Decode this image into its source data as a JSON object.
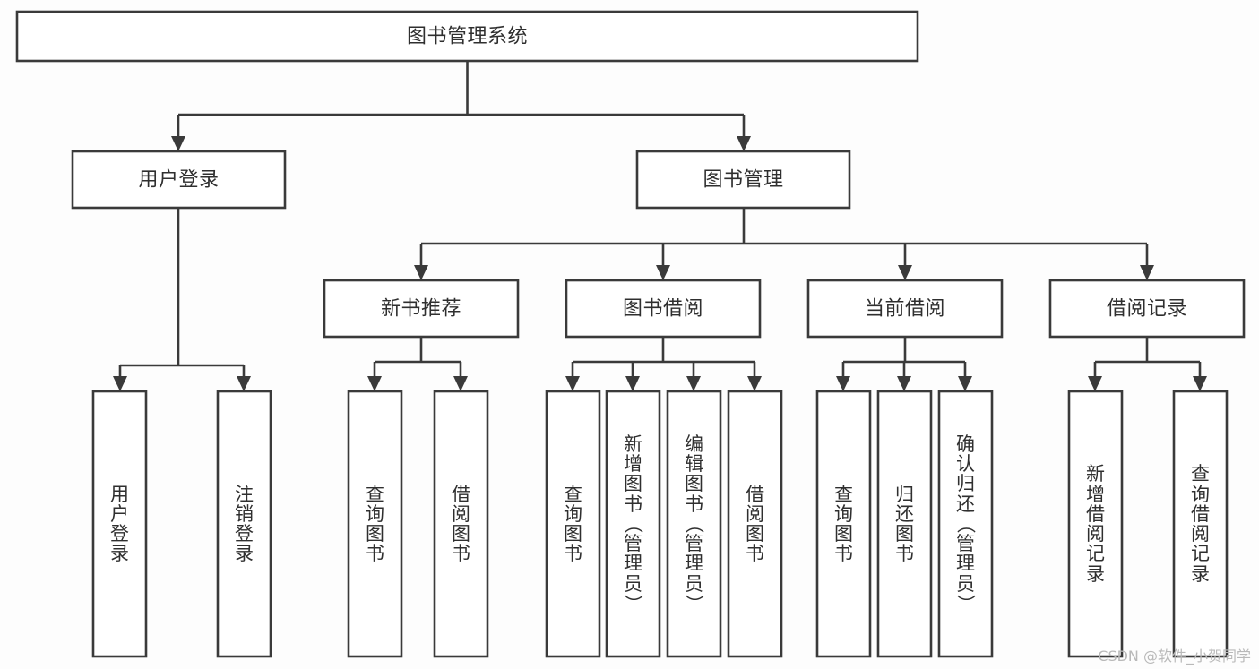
{
  "diagram": {
    "title": "图书管理系统",
    "type": "tree",
    "root": {
      "id": "root",
      "label": "图书管理系统"
    },
    "level2": [
      {
        "id": "user-login",
        "label": "用户登录"
      },
      {
        "id": "book-manage",
        "label": "图书管理"
      }
    ],
    "level3": [
      {
        "id": "new-book-recommend",
        "label": "新书推荐",
        "parent": "book-manage"
      },
      {
        "id": "book-borrow",
        "label": "图书借阅",
        "parent": "book-manage"
      },
      {
        "id": "current-borrow",
        "label": "当前借阅",
        "parent": "book-manage"
      },
      {
        "id": "borrow-record",
        "label": "借阅记录",
        "parent": "book-manage"
      }
    ],
    "leaves": [
      {
        "id": "leaf-user-login",
        "parent": "user-login",
        "label": "用户登录",
        "chars": [
          "用",
          "户",
          "登",
          "录"
        ]
      },
      {
        "id": "leaf-user-logout",
        "parent": "user-login",
        "label": "注销登录",
        "chars": [
          "注",
          "销",
          "登",
          "录"
        ]
      },
      {
        "id": "leaf-query-book-1",
        "parent": "new-book-recommend",
        "label": "查询图书",
        "chars": [
          "查",
          "询",
          "图",
          "书"
        ]
      },
      {
        "id": "leaf-borrow-book-1",
        "parent": "new-book-recommend",
        "label": "借阅图书",
        "chars": [
          "借",
          "阅",
          "图",
          "书"
        ]
      },
      {
        "id": "leaf-query-book-2",
        "parent": "book-borrow",
        "label": "查询图书",
        "chars": [
          "查",
          "询",
          "图",
          "书"
        ]
      },
      {
        "id": "leaf-add-book",
        "parent": "book-borrow",
        "label": "新增图书（管理员）",
        "chars": [
          "新",
          "增",
          "图",
          "书",
          "（",
          "管",
          "理",
          "员",
          "）"
        ]
      },
      {
        "id": "leaf-edit-book",
        "parent": "book-borrow",
        "label": "编辑图书（管理员）",
        "chars": [
          "编",
          "辑",
          "图",
          "书",
          "（",
          "管",
          "理",
          "员",
          "）"
        ]
      },
      {
        "id": "leaf-borrow-book-2",
        "parent": "book-borrow",
        "label": "借阅图书",
        "chars": [
          "借",
          "阅",
          "图",
          "书"
        ]
      },
      {
        "id": "leaf-query-book-3",
        "parent": "current-borrow",
        "label": "查询图书",
        "chars": [
          "查",
          "询",
          "图",
          "书"
        ]
      },
      {
        "id": "leaf-return-book",
        "parent": "current-borrow",
        "label": "归还图书",
        "chars": [
          "归",
          "还",
          "图",
          "书"
        ]
      },
      {
        "id": "leaf-confirm-return",
        "parent": "current-borrow",
        "label": "确认归还（管理员）",
        "chars": [
          "确",
          "认",
          "归",
          "还",
          "（",
          "管",
          "理",
          "员",
          "）"
        ]
      },
      {
        "id": "leaf-add-borrow-record",
        "parent": "borrow-record",
        "label": "新增借阅记录",
        "chars": [
          "新",
          "增",
          "借",
          "阅",
          "记",
          "录"
        ]
      },
      {
        "id": "leaf-query-borrow-record",
        "parent": "borrow-record",
        "label": "查询借阅记录",
        "chars": [
          "查",
          "询",
          "借",
          "阅",
          "记",
          "录"
        ]
      }
    ]
  },
  "colors": {
    "stroke": "#3a3a3a",
    "fill": "#ffffff",
    "text": "#2f2f2f",
    "watermark": "#b9b9b9"
  },
  "watermark": {
    "text": "CSDN @软件_小贺同学"
  }
}
